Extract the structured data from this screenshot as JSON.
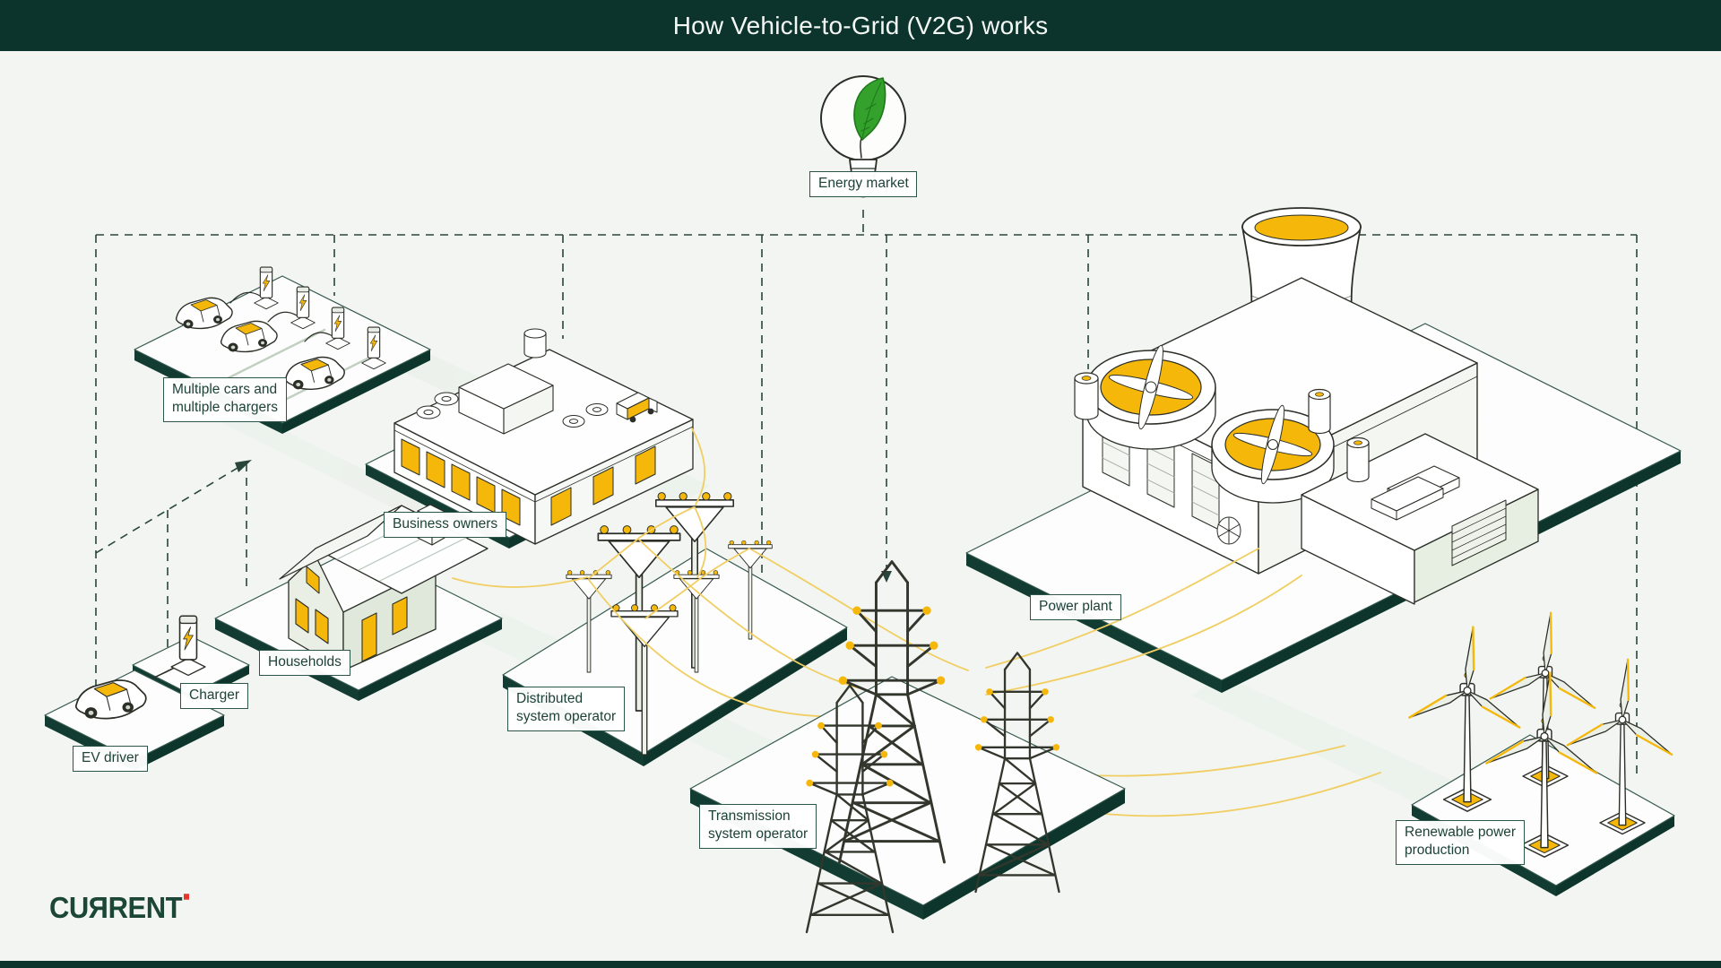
{
  "page": {
    "title": "How Vehicle-to-Grid (V2G) works"
  },
  "brand": {
    "logo_text": "CURRENT",
    "logo_prefix": "CU",
    "logo_mirrored": "R",
    "logo_suffix": "RENT"
  },
  "labels": {
    "energy_market": {
      "text": "Energy market"
    },
    "multiple_cars": {
      "l1": "Multiple cars and",
      "l2": "multiple chargers"
    },
    "business_owners": {
      "text": "Business owners"
    },
    "households": {
      "text": "Households"
    },
    "charger": {
      "text": "Charger"
    },
    "ev_driver": {
      "text": "EV driver"
    },
    "dso": {
      "l1": "Distributed",
      "l2": "system operator"
    },
    "tso": {
      "l1": "Transmission",
      "l2": "system operator"
    },
    "power_plant": {
      "text": "Power plant"
    },
    "renewable": {
      "l1": "Renewable power",
      "l2": "production"
    }
  },
  "icons": {
    "energy_market": "lightbulb-leaf-icon",
    "charger_posts": "lightning-bolt-icon",
    "wind": "wind-turbine-icon"
  },
  "colors": {
    "header_bg": "#0c342c",
    "page_bg": "#f2f5f1",
    "outline_dark": "#2b2f27",
    "platform_edge": "#123c32",
    "accent_yellow": "#f5b70a",
    "wire_yellow": "#f1ce63",
    "leaf_green": "#33a12b",
    "dash_green": "#28463c",
    "label_border": "#2d5449",
    "label_text": "#1d4238",
    "logo_green": "#1c4638",
    "logo_red": "#e6352b",
    "pale_band": "#e8f0e7"
  }
}
